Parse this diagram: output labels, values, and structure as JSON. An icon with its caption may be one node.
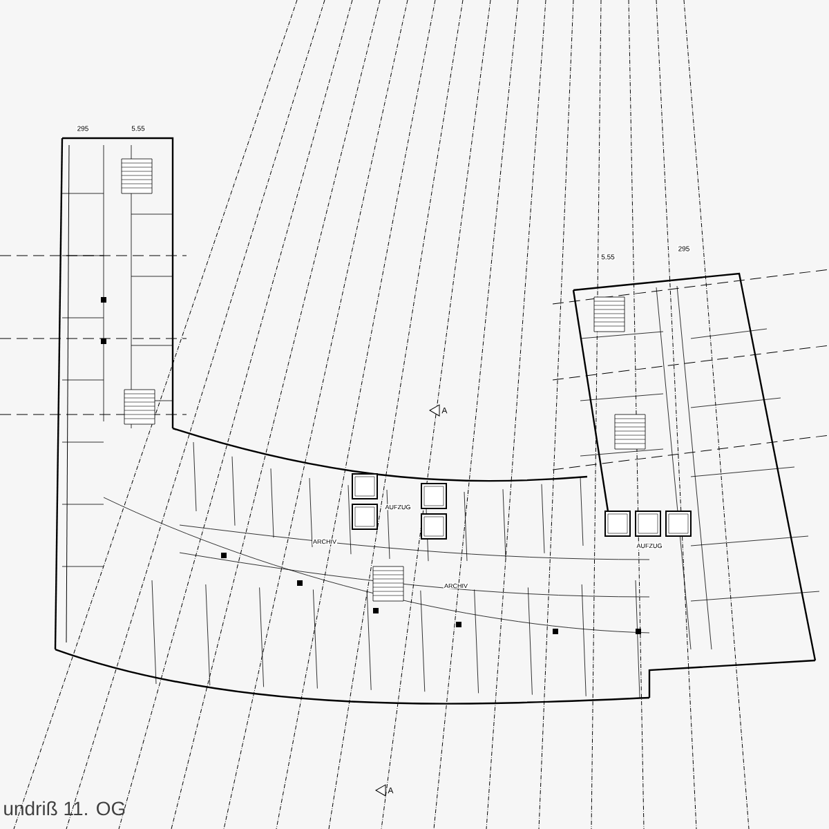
{
  "diagram": {
    "caption": "undriß 11. OG",
    "labels": [
      "295",
      "5.55",
      "5.55",
      "295",
      "A",
      "AUFZUG",
      "ARCHIV",
      "AUFZUG",
      "ARCHIV",
      "A"
    ]
  }
}
